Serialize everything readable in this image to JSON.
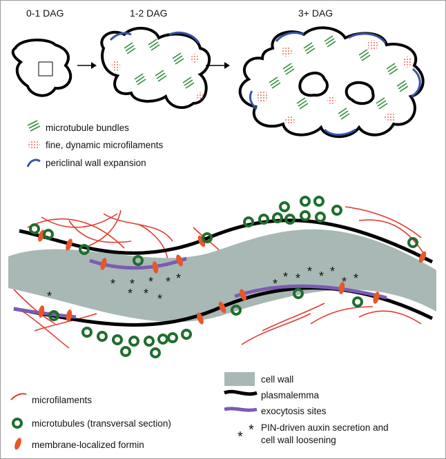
{
  "stages": [
    "0-1 DAG",
    "1-2 DAG",
    "3+ DAG"
  ],
  "top_legend": {
    "microtubule_bundles": "microtubule bundles",
    "microfilaments": "fine, dynamic microfilaments",
    "periclinal": "periclinal wall expansion"
  },
  "bottom_legend": {
    "microfilaments": "microfilaments",
    "microtubules": "microtubules (transversal section)",
    "formin": "membrane-localized formin",
    "cell_wall": "cell wall",
    "plasmalemma": "plasmalemma",
    "exocytosis": "exocytosis sites",
    "pin_line1": "PIN-driven auxin secretion and",
    "pin_line2": "cell wall loosening"
  },
  "colors": {
    "cell_outline": "#000000",
    "microtubule_green": "#2e8b3a",
    "microfilament_red": "#e23a2e",
    "periclinal_blue": "#3a52a8",
    "cell_wall": "#a8b8b4",
    "exocytosis_purple": "#7b5cb0",
    "formin_orange": "#e8572a",
    "microtubule_ring": "#1f6e2e"
  }
}
